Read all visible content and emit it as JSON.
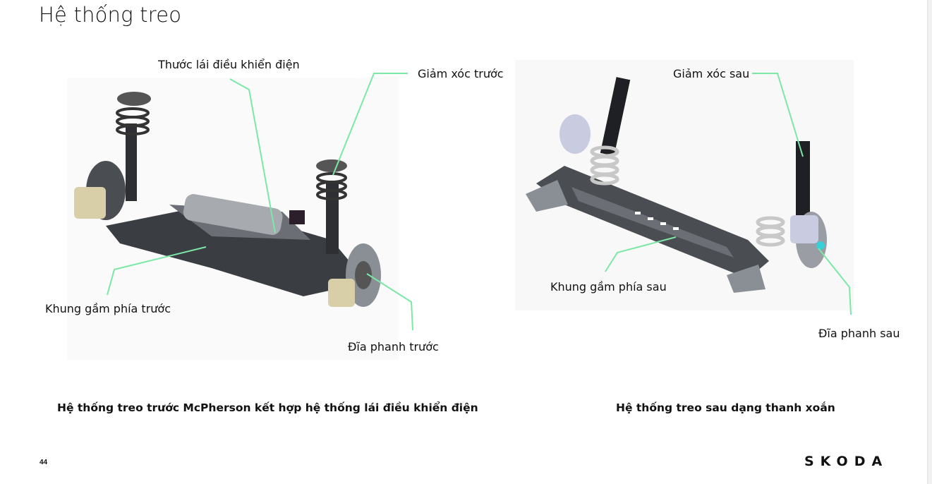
{
  "title": "Hệ thống treo",
  "front": {
    "labels": {
      "steering": "Thước lái điều khiển điện",
      "front_shock": "Giảm xóc trước",
      "front_subframe": "Khung gầm phía trước",
      "front_brake": "Đĩa phanh trước"
    },
    "caption": "Hệ thống treo trước McPherson kết hợp hệ thống lái điều khiển điện"
  },
  "rear": {
    "labels": {
      "rear_shock": "Giảm xóc sau",
      "rear_subframe": "Khung gầm phía sau",
      "rear_brake": "Đĩa phanh sau"
    },
    "caption": "Hệ thống treo sau dạng thanh xoắn"
  },
  "footer": {
    "page_number": "44",
    "logo": "SKODA"
  },
  "colors": {
    "callout_line": "#7be8a6",
    "part_dark": "#3a3d42",
    "part_mid": "#8a8f96",
    "caliper": "#d8cfa8"
  }
}
